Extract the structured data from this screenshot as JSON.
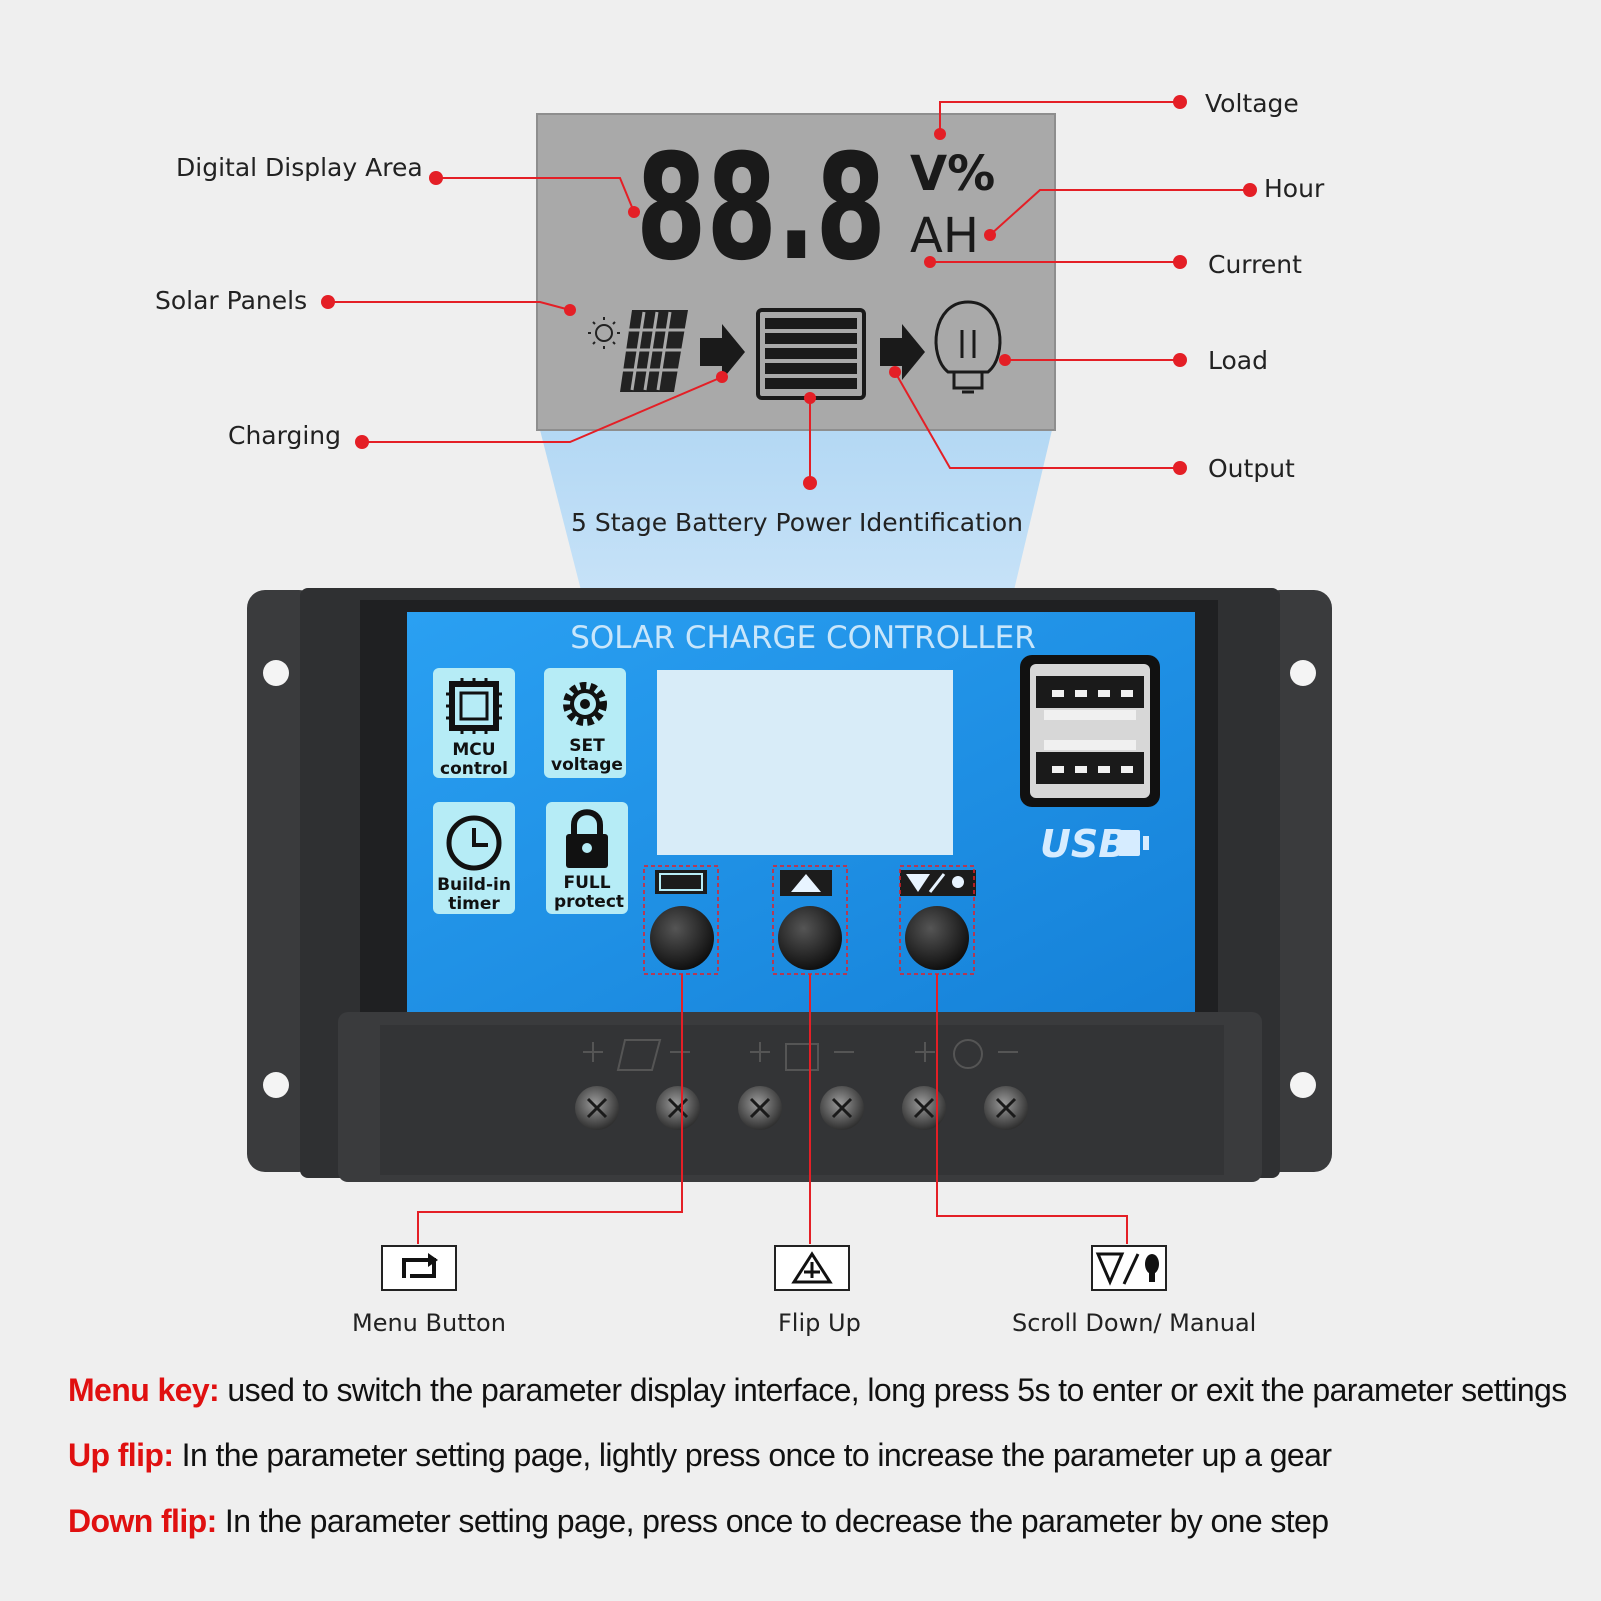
{
  "lcd": {
    "digits": "88.8",
    "unit_top": "V%",
    "unit_bottom": "AH"
  },
  "callouts": {
    "digital_display_area": "Digital Display Area",
    "solar_panels": "Solar Panels",
    "charging": "Charging",
    "battery_identification": "5 Stage Battery Power Identification",
    "voltage": "Voltage",
    "hour": "Hour",
    "current": "Current",
    "load": "Load",
    "output": "Output"
  },
  "controller": {
    "title": "SOLAR CHARGE CONTROLLER",
    "features": [
      {
        "line1": "MCU",
        "line2": "control",
        "icon": "chip-icon"
      },
      {
        "line1": "SET",
        "line2": "voltage",
        "icon": "gear-icon"
      },
      {
        "line1": "Build-in",
        "line2": "timer",
        "icon": "clock-icon"
      },
      {
        "line1": "FULL",
        "line2": "protect",
        "icon": "lock-icon"
      }
    ],
    "usb_label": "USB"
  },
  "buttons": [
    {
      "label": "Menu Button",
      "icon": "menu-switch-icon"
    },
    {
      "label": "Flip Up",
      "icon": "flip-up-icon"
    },
    {
      "label": "Scroll Down/ Manual",
      "icon": "scroll-down-manual-icon"
    }
  ],
  "descriptions": [
    {
      "key": "Menu key:",
      "text": " used to switch the parameter display interface, long press 5s to enter or exit the parameter settings"
    },
    {
      "key": "Up flip:",
      "text": " In the parameter setting page, lightly press once to increase the parameter up a gear"
    },
    {
      "key": "Down flip:",
      "text": " In the parameter setting page, press once to decrease the parameter by one step"
    }
  ],
  "colors": {
    "callout_red": "#e41f26",
    "panel_blue": "#1b8fe6",
    "lcd_gray": "#a9a9a9",
    "housing": "#3a3b3d"
  }
}
